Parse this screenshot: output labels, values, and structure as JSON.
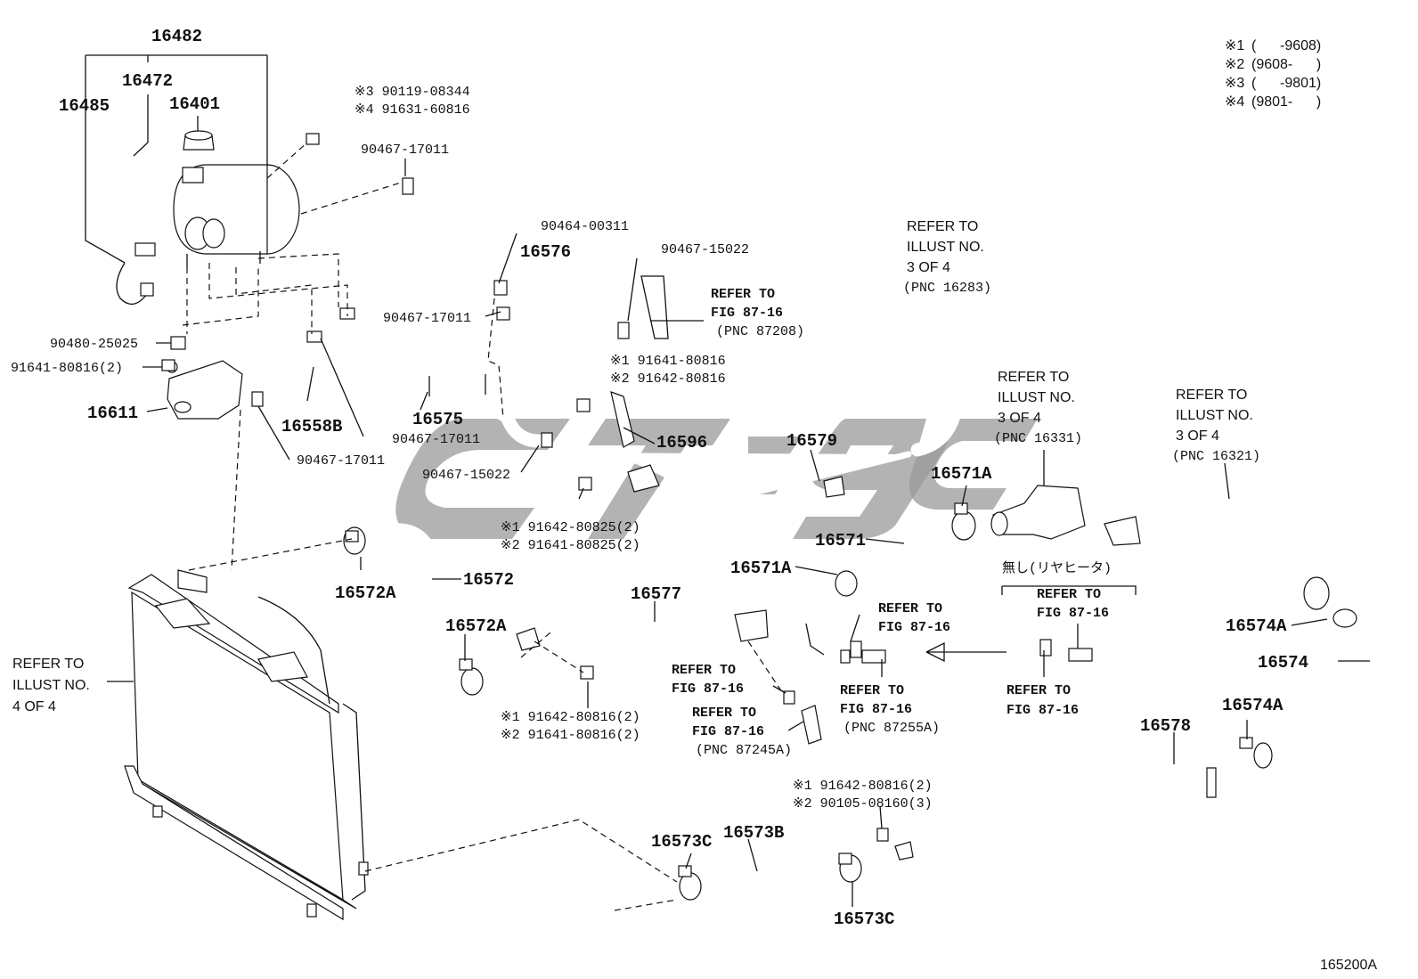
{
  "legend": [
    {
      "mark": "※1",
      "range": "(      -9608)"
    },
    {
      "mark": "※2",
      "range": "(9608-      )"
    },
    {
      "mark": "※3",
      "range": "(      -9801)"
    },
    {
      "mark": "※4",
      "range": "(9801-      )"
    }
  ],
  "diagram_code": "165200A",
  "watermark": "Cte9c",
  "parts": {
    "p16482": "16482",
    "p16472": "16472",
    "p16485": "16485",
    "p16401": "16401",
    "p16611": "16611",
    "p16558B": "16558B",
    "p16575": "16575",
    "p16576": "16576",
    "p16596": "16596",
    "p16579": "16579",
    "p16571A_top": "16571A",
    "p16571": "16571",
    "p16571A_bot": "16571A",
    "p16572": "16572",
    "p16572A_top": "16572A",
    "p16572A_bot": "16572A",
    "p16577": "16577",
    "p16574A_top": "16574A",
    "p16574": "16574",
    "p16574A_bot": "16574A",
    "p16578": "16578",
    "p16573C_left": "16573C",
    "p16573B": "16573B",
    "p16573C_right": "16573C"
  },
  "codes": {
    "c_s3_90119": "※3 90119-08344",
    "c_s4_91631": "※4 91631-60816",
    "c_90467_17011_top": "90467-17011",
    "c_90464_00311": "90464-00311",
    "c_90467_15022_top": "90467-15022",
    "c_90467_17011_mid": "90467-17011",
    "c_90480_25025": "90480-25025",
    "c_91641_80816_2": "91641-80816(2)",
    "c_90467_17011_b1": "90467-17011",
    "c_90467_17011_b2": "90467-17011",
    "c_90467_15022_bot": "90467-15022",
    "c_s1_91641_80816": "※1 91641-80816",
    "c_s2_91642_80816": "※2 91642-80816",
    "c_s1_91642_80825": "※1 91642-80825(2)",
    "c_s2_91641_80825": "※2 91641-80825(2)",
    "c_s1_91642_80816_2": "※1 91642-80816(2)",
    "c_s2_91641_80816_2": "※2 91641-80816(2)",
    "c_s1_91642_80816_b": "※1 91642-80816(2)",
    "c_s2_90105_08160": "※2 90105-08160(3)"
  },
  "refs": {
    "r_fig_87208": [
      "REFER TO",
      "FIG 87-16",
      "(PNC 87208)"
    ],
    "r_illust_16283": [
      "REFER TO",
      "ILLUST NO.",
      "3 OF 4",
      "(PNC 16283)"
    ],
    "r_illust_16331": [
      "REFER TO",
      "ILLUST NO.",
      "3 OF 4",
      "(PNC 16331)"
    ],
    "r_illust_16321": [
      "REFER TO",
      "ILLUST NO.",
      "3 OF 4",
      "(PNC 16321)"
    ],
    "r_illust_4of4": [
      "REFER TO",
      "ILLUST NO.",
      "4 OF 4"
    ],
    "r_nashi": "無し(リヤヒータ)",
    "r_fig_a": [
      "REFER TO",
      "FIG 87-16"
    ],
    "r_fig_b": [
      "REFER TO",
      "FIG 87-16"
    ],
    "r_fig_c": [
      "REFER TO",
      "FIG 87-16"
    ],
    "r_fig_d": [
      "REFER TO",
      "FIG 87-16",
      "(PNC 87245A)"
    ],
    "r_fig_e": [
      "REFER TO",
      "FIG 87-16",
      "(PNC 87255A)"
    ],
    "r_fig_f": [
      "REFER TO",
      "FIG 87-16"
    ]
  }
}
